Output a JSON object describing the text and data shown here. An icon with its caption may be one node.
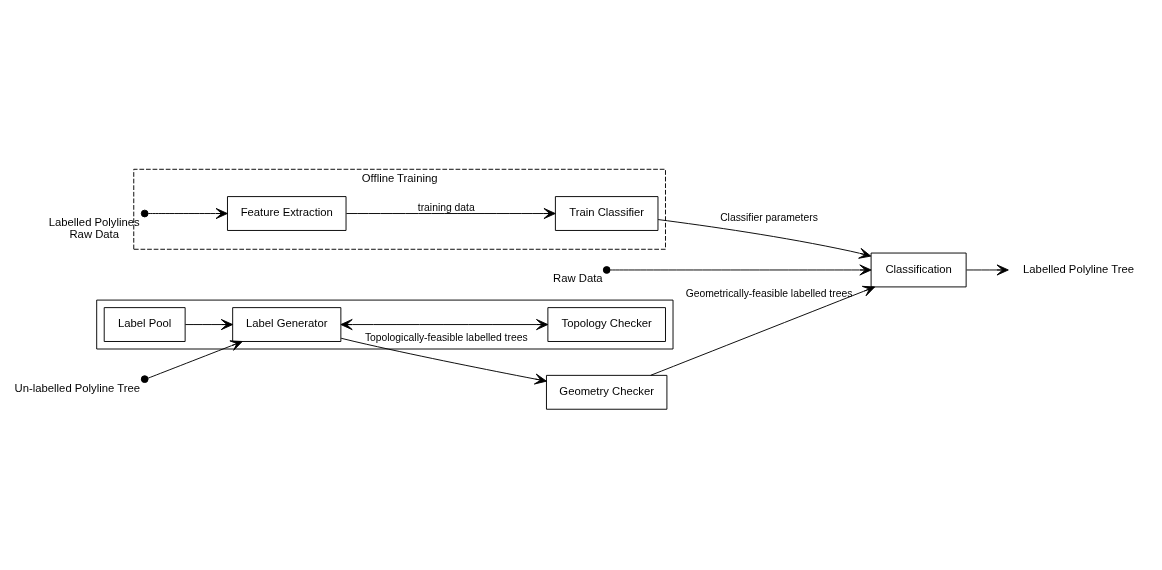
{
  "diagram": {
    "nodes": [
      {
        "text": [
          "Offline Training"
        ]
      },
      {
        "text": [],
        "shape": "circle",
        "beside": [
          "Labelled Polylines",
          "Raw Data"
        ],
        "in": 0
      },
      {
        "text": [
          "Feature Extraction"
        ],
        "in": 0
      },
      {
        "text": [
          "Train Classifier"
        ],
        "in": 0
      },
      {
        "text": [
          "Classification"
        ]
      },
      {
        "text": [
          "Labelled Polyline Tree"
        ]
      },
      {
        "text": [],
        "shape": "circle",
        "beside": [
          "Raw Data"
        ]
      },
      {
        "text": [],
        "shape": "box"
      },
      {
        "text": [
          "Label Pool"
        ],
        "in": 7
      },
      {
        "text": [
          "Topology Checker"
        ],
        "in": 7
      },
      {
        "text": [
          "Label Generator"
        ],
        "in": 7
      },
      {
        "text": [],
        "shape": "circle",
        "beside": [
          "Un-labelled Polyline Tree"
        ]
      },
      {
        "text": [
          "Geometry Checker"
        ]
      }
    ],
    "edges": [
      {
        "from": 1,
        "to": 2,
        "arrow": "to"
      },
      {
        "from": 2,
        "to": 3,
        "arrow": "to",
        "label": "training data"
      },
      {
        "from": 3,
        "to": 4,
        "arrow": "to",
        "label": "Classifier parameters"
      },
      {
        "from": 6,
        "to": 4,
        "arrow": "to"
      },
      {
        "from": 4,
        "to": 5,
        "arrow": "to"
      },
      {
        "from": 8,
        "to": 10,
        "arrow": "to"
      },
      {
        "from": 10,
        "to": 9,
        "arrow": "both"
      },
      {
        "from": 11,
        "to": 10,
        "arrow": "to"
      },
      {
        "from": 10,
        "to": 12,
        "arrow": "to",
        "label": "Topologically-feasible labelled trees"
      },
      {
        "from": 12,
        "to": 4,
        "arrow": "to",
        "label": "Geometrically-feasible labelled trees"
      }
    ]
  }
}
